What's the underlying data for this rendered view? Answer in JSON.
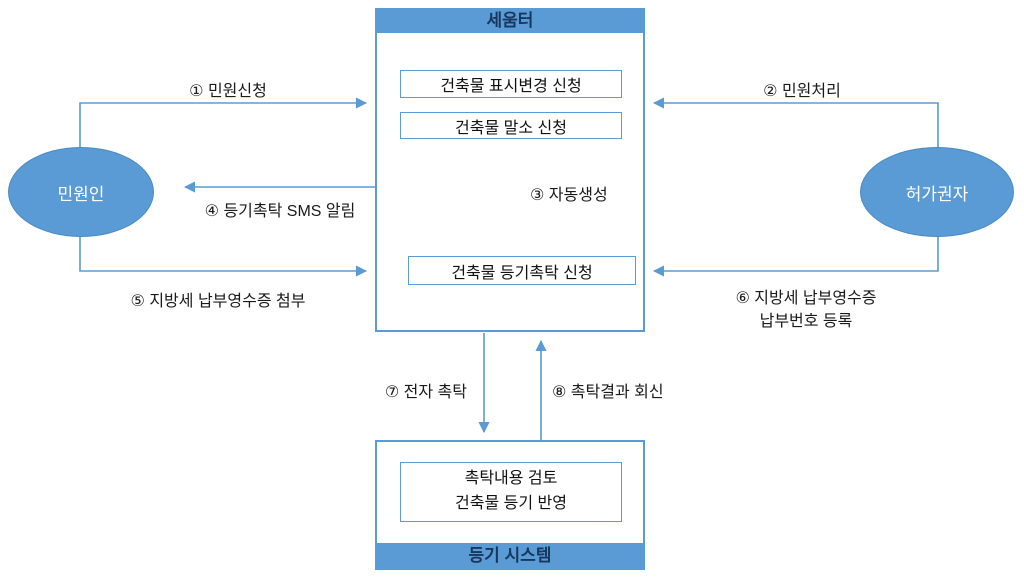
{
  "diagram": {
    "seumteo": {
      "title": "세움터",
      "box1": "건축물 표시변경 신청",
      "box2": "건축물 말소 신청",
      "box3": "건축물 등기촉탁 신청"
    },
    "registry": {
      "title": "등기 시스템",
      "box_line1": "촉탁내용 검토",
      "box_line2": "건축물 등기 반영"
    },
    "citizen": "민원인",
    "authority": "허가권자",
    "arrows": {
      "a1": "① 민원신청",
      "a2": "② 민원처리",
      "a3": "③ 자동생성",
      "a4": "④ 등기촉탁 SMS 알림",
      "a5": "⑤ 지방세 납부영수증 첨부",
      "a6_line1": "⑥ 지방세 납부영수증",
      "a6_line2": "납부번호 등록",
      "a7": "⑦ 전자 촉탁",
      "a8": "⑧ 촉탁결과 회신"
    }
  },
  "colors": {
    "accent": "#5b9bd5",
    "header_text": "#17375e",
    "label_text": "#1a1a1a",
    "node_text": "#ffffff",
    "background": "#ffffff"
  }
}
